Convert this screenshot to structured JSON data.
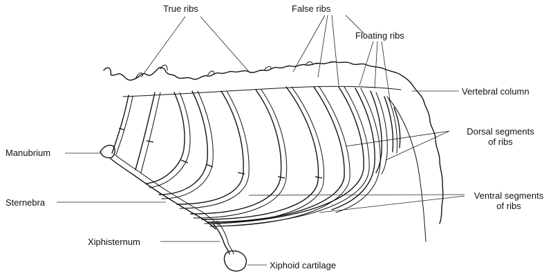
{
  "labels": {
    "true_ribs": "True ribs",
    "false_ribs": "False ribs",
    "floating_ribs": "Floating ribs",
    "vertebral_column": "Vertebral column",
    "dorsal_segments": [
      "Dorsal segments",
      "of ribs"
    ],
    "manubrium": "Manubrium",
    "sternebra": "Sternebra",
    "ventral_segments": [
      "Ventral segments",
      "of ribs"
    ],
    "xiphisternum": "Xiphisternum",
    "xiphoid_cartilage": "Xiphoid cartilage"
  }
}
